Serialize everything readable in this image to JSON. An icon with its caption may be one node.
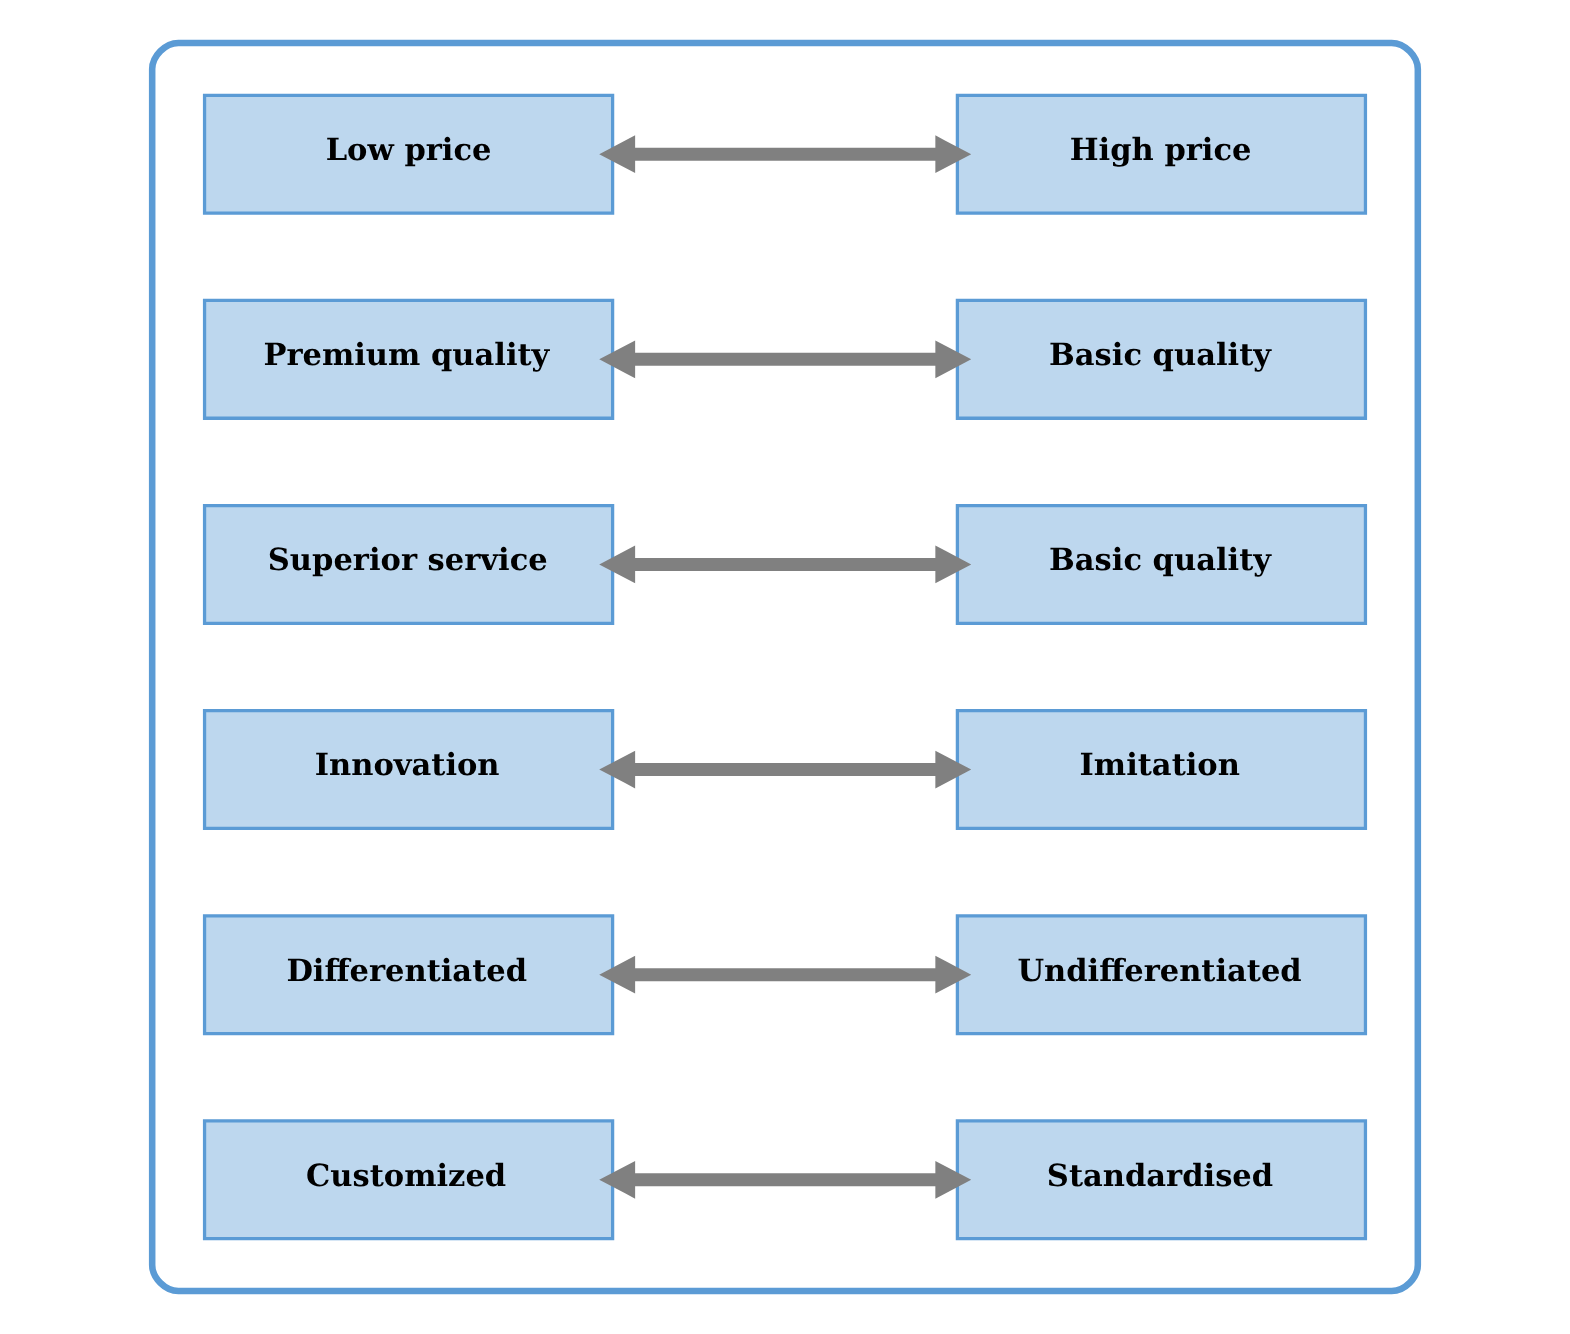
{
  "diagram": {
    "nodes": [
      {
        "text": [],
        "shape": "box"
      },
      {
        "text": [
          "Low price"
        ],
        "in": 0
      },
      {
        "text": [
          "High price"
        ],
        "in": 0
      },
      {
        "text": [
          "Premium quality"
        ],
        "in": 0
      },
      {
        "text": [
          "Basic quality"
        ],
        "in": 0
      },
      {
        "text": [
          "Superior service"
        ],
        "in": 0
      },
      {
        "text": [
          "Basic quality"
        ],
        "in": 0
      },
      {
        "text": [
          "Innovation"
        ],
        "in": 0
      },
      {
        "text": [
          "Imitation"
        ],
        "in": 0
      },
      {
        "text": [
          "Differentiated"
        ],
        "in": 0
      },
      {
        "text": [
          "Undifferentiated"
        ],
        "in": 0
      },
      {
        "text": [
          "Customized"
        ],
        "in": 0
      },
      {
        "text": [
          "Standardised"
        ],
        "in": 0
      }
    ],
    "edges": [
      {
        "from": 1,
        "to": 2,
        "arrow": "both"
      },
      {
        "from": 3,
        "to": 4,
        "arrow": "both"
      },
      {
        "from": 5,
        "to": 6,
        "arrow": "both"
      },
      {
        "from": 7,
        "to": 8,
        "arrow": "both"
      },
      {
        "from": 9,
        "to": 10,
        "arrow": "both"
      },
      {
        "from": 11,
        "to": 12,
        "arrow": "both"
      }
    ]
  }
}
